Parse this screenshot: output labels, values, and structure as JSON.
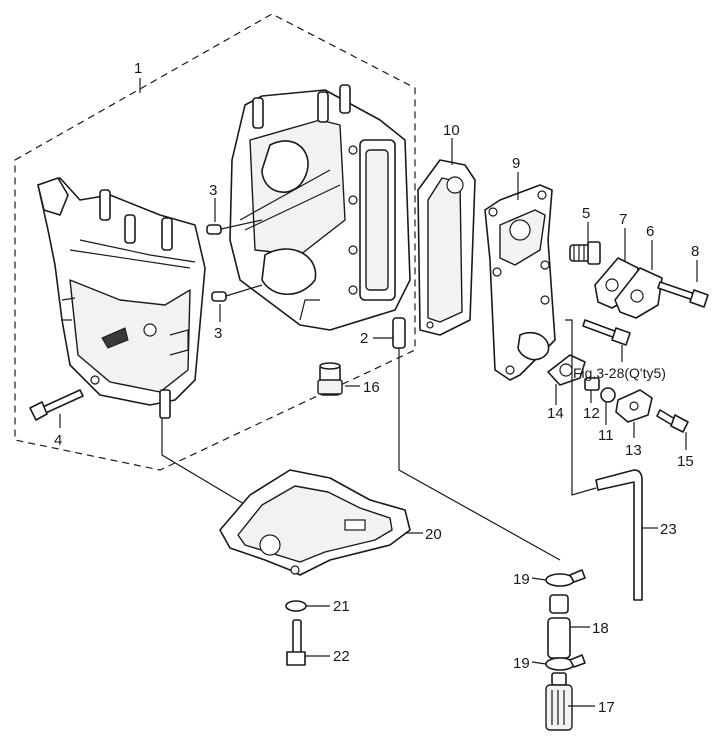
{
  "callouts": {
    "p1": "1",
    "p2": "2",
    "p3a": "3",
    "p3b": "3",
    "p4": "4",
    "p5": "5",
    "p6": "6",
    "p7": "7",
    "p8": "8",
    "p9": "9",
    "p10": "10",
    "p11": "11",
    "p12": "12",
    "p13": "13",
    "p14": "14",
    "p15": "15",
    "p16": "16",
    "p17": "17",
    "p18": "18",
    "p19a": "19",
    "p19b": "19",
    "p20": "20",
    "p21": "21",
    "p22": "22",
    "p23": "23"
  },
  "figure_ref": "Fig.3-28(Q'ty5)"
}
